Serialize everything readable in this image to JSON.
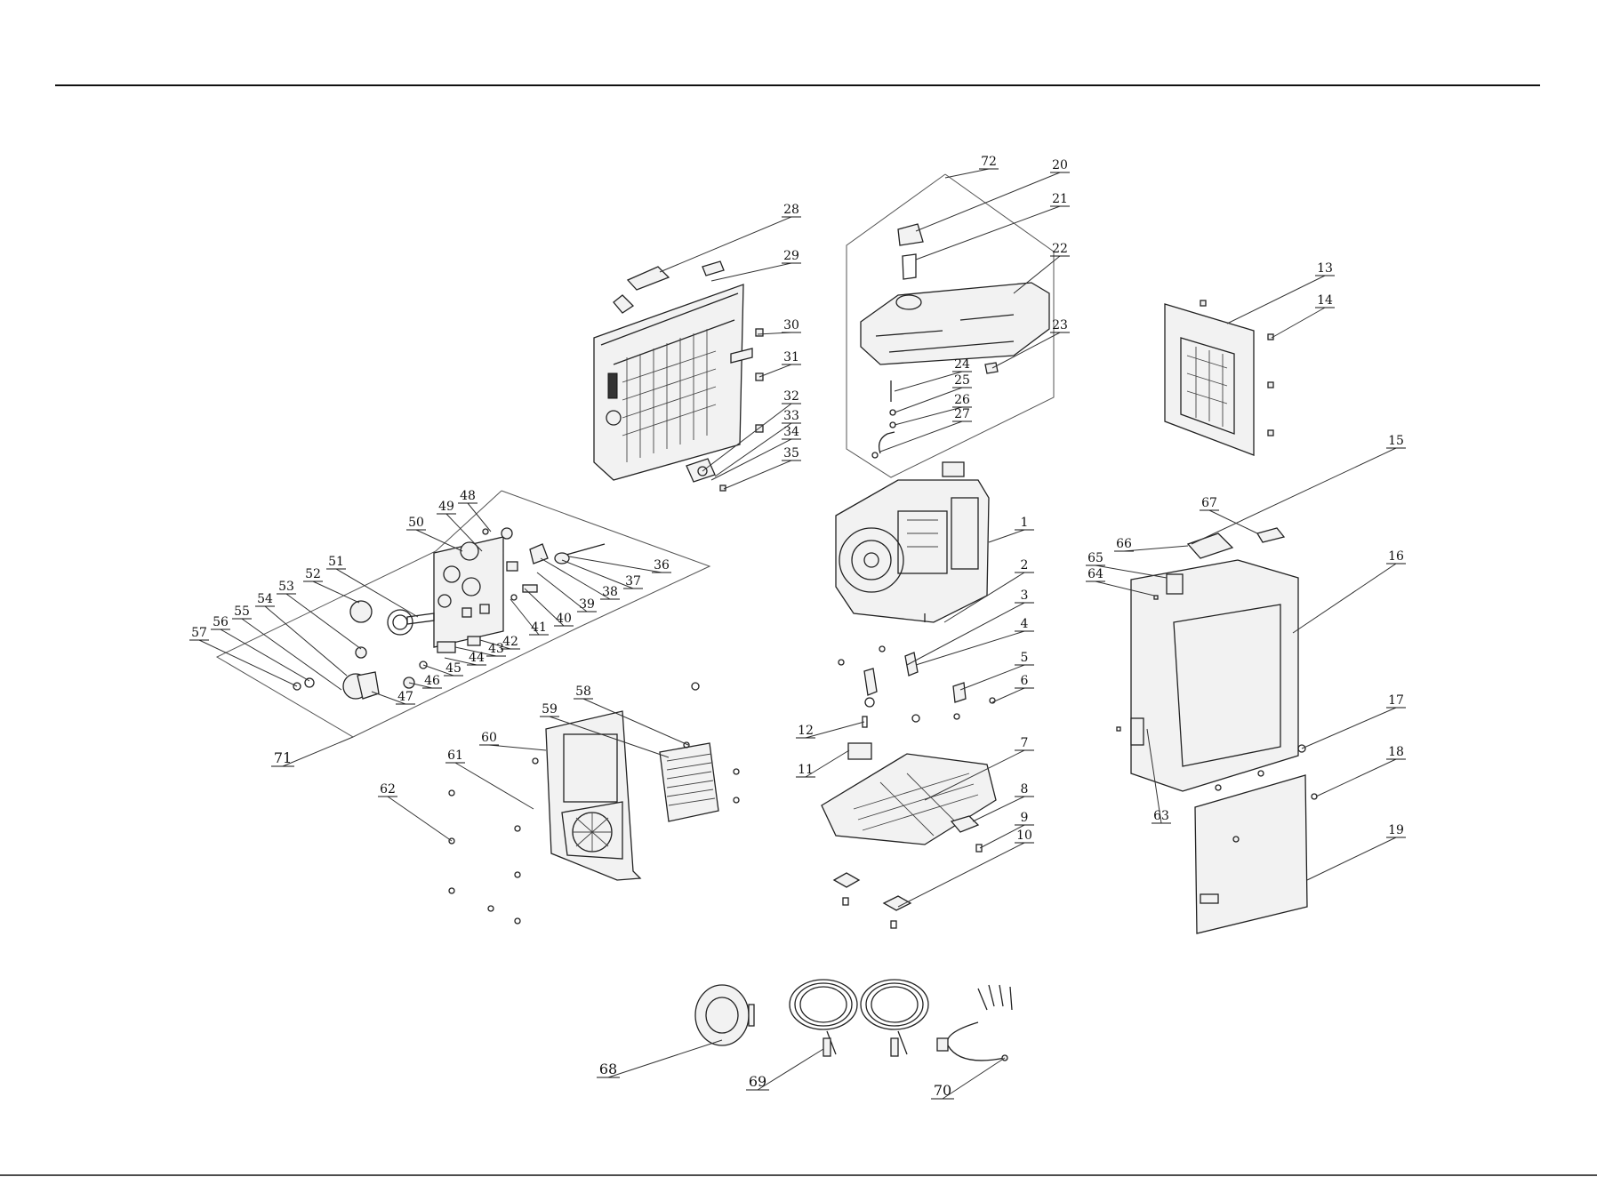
{
  "diagram": {
    "type": "exploded-parts-diagram",
    "callouts": [
      "1",
      "2",
      "3",
      "4",
      "5",
      "6",
      "7",
      "8",
      "9",
      "10",
      "11",
      "12",
      "13",
      "14",
      "15",
      "16",
      "17",
      "18",
      "19",
      "20",
      "21",
      "22",
      "23",
      "24",
      "25",
      "26",
      "27",
      "28",
      "29",
      "30",
      "31",
      "32",
      "33",
      "34",
      "35",
      "36",
      "37",
      "38",
      "39",
      "40",
      "41",
      "42",
      "43",
      "44",
      "45",
      "46",
      "47",
      "48",
      "49",
      "50",
      "51",
      "52",
      "53",
      "54",
      "55",
      "56",
      "57",
      "58",
      "59",
      "60",
      "61",
      "62",
      "63",
      "64",
      "65",
      "66",
      "67",
      "68",
      "69",
      "70",
      "71",
      "72"
    ]
  }
}
